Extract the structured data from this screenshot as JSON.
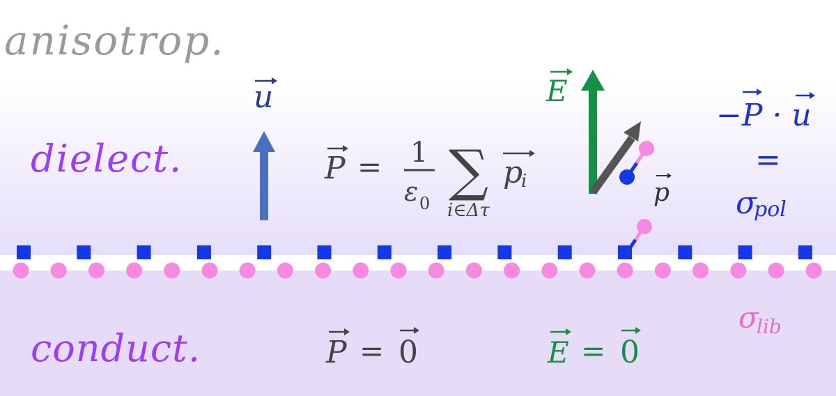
{
  "regions": {
    "top_label": "anisotrop.",
    "middle_label": "dielect.",
    "bottom_label": "conduct."
  },
  "vectors": {
    "u_label": "u",
    "E_label": "E",
    "p_label": "p"
  },
  "equations": {
    "P_lhs": "P",
    "equals": "=",
    "fraction_num": "1",
    "fraction_den": "ε",
    "fraction_den_sub": "0",
    "sum_symbol": "∑",
    "sum_sub": "i∈Δτ",
    "sum_term": "p",
    "sum_term_sub": "i",
    "surface_lhs": "−P · u",
    "surface_eq": "=",
    "sigma_pol": "σ",
    "sigma_pol_sub": "pol",
    "sigma_lib": "σ",
    "sigma_lib_sub": "lib",
    "P_zero_lhs": "P",
    "P_zero_rhs": "0",
    "E_zero_lhs": "E",
    "E_zero_rhs": "0"
  },
  "colors": {
    "violet": "#9b3ff0",
    "blue": "#1f2fd6",
    "green": "#169144",
    "pink": "#e070c8",
    "gray": "#9a9a9a",
    "dark": "#444444",
    "arrow_blue": "#4a6fc0",
    "arrow_gray": "#555555",
    "square_blue": "#1438e6",
    "dot_pink": "#f58ae0"
  }
}
